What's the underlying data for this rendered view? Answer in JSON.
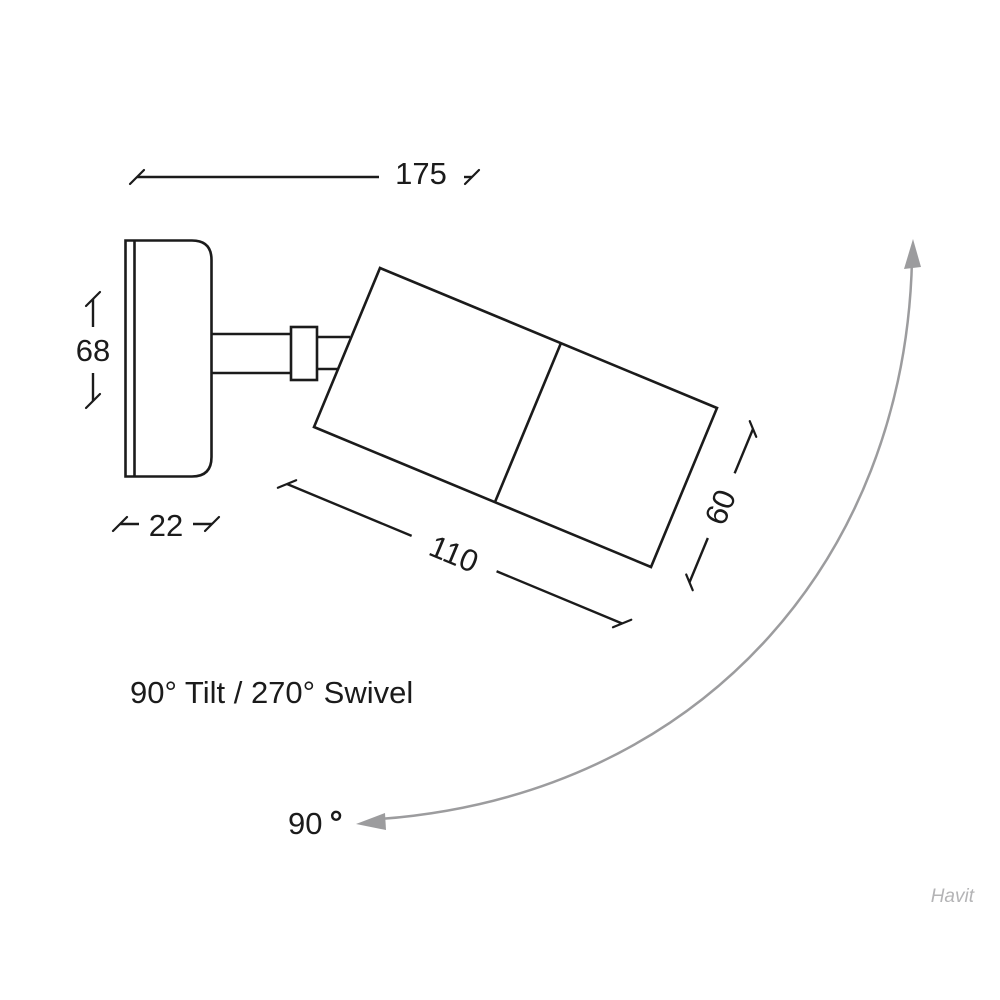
{
  "figure": {
    "type": "technical-dimension-diagram",
    "subject": "wall-mounted adjustable spotlight",
    "dimensions": {
      "overall_width": "175",
      "base_height": "68",
      "base_depth": "22",
      "head_length": "110",
      "head_diameter": "60"
    },
    "notes": {
      "adjustability": "90° Tilt / 270° Swivel",
      "swivel_arc_value": "90",
      "swivel_arc_degree": "°"
    },
    "watermark": "Havit",
    "colors": {
      "line": "#1b1b1b",
      "arc_arrow": "#9c9c9e",
      "watermark": "#b4b4b6",
      "background": "#ffffff"
    }
  }
}
